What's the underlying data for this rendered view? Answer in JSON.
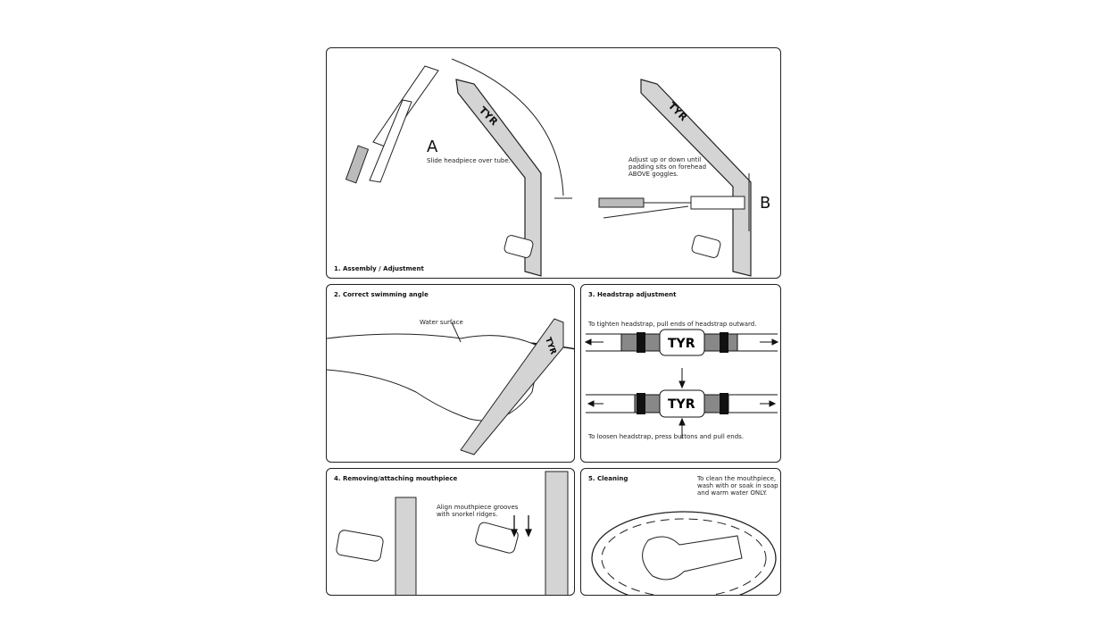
{
  "colors": {
    "tube": "#d4d4d4",
    "line": "#222222"
  },
  "panel1": {
    "title": "1. Assembly / Adjustment",
    "label_a": "A",
    "text_a": "Slide headpiece over tube.",
    "label_b": "B",
    "text_b": "Adjust up or down until\npadding sits on forehead\nABOVE goggles.",
    "logo": "TYR"
  },
  "panel2": {
    "title": "2. Correct swimming angle",
    "label": "Water surface",
    "logo": "TYR"
  },
  "panel3": {
    "title": "3. Headstrap adjustment",
    "text_top": "To tighten headstrap, pull ends of headstrap outward.",
    "text_bottom": "To loosen headstrap, press buttons and pull ends.",
    "logo": "TYR"
  },
  "panel4": {
    "title": "4. Removing/attaching mouthpiece",
    "text": "Align mouthpiece grooves\nwith snorkel ridges."
  },
  "panel5": {
    "title": "5. Cleaning",
    "text": "To clean the mouthpiece,\nwash with or soak in soap\nand warm water ONLY."
  }
}
